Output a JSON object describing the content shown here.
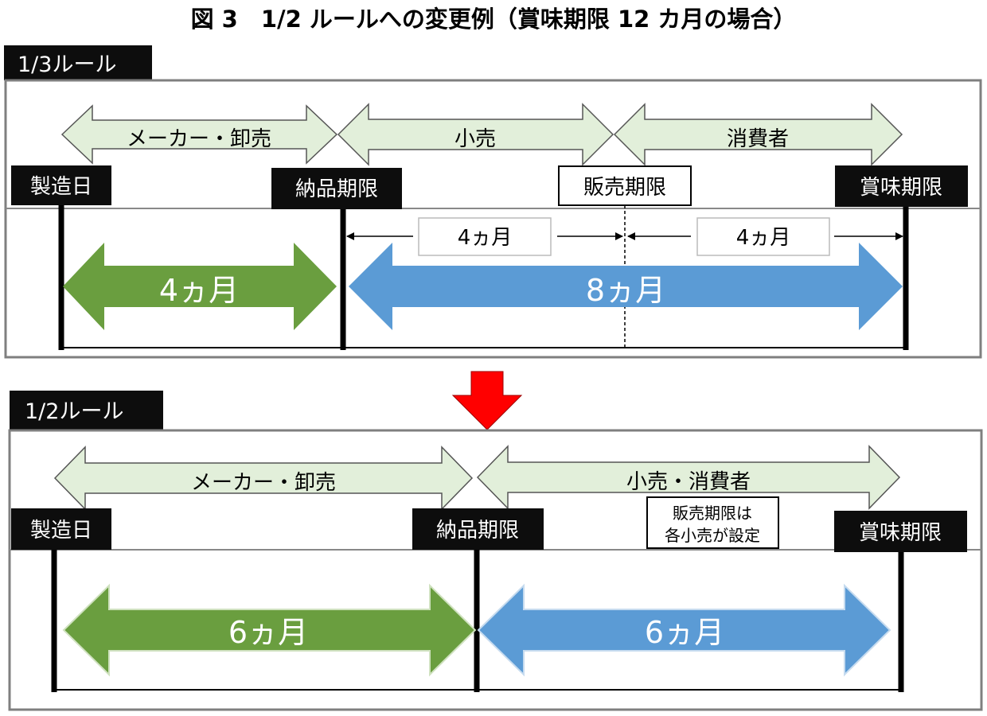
{
  "title": "図 3　1/2 ルールへの変更例（賞味期限 12 カ月の場合）",
  "colors": {
    "green_arrow": "#6A9E3F",
    "blue_arrow": "#5B9BD5",
    "light_green_arrow": "#E2EFDA",
    "down_arrow": "#FF0000",
    "tag_bg": "#0D0D0D",
    "panel_border": "#7F7F7F"
  },
  "panel1": {
    "tag": "1/3ルール",
    "band_maker": "メーカー・卸売",
    "band_retail": "小売",
    "band_consumer": "消費者",
    "label_manufacture": "製造日",
    "label_delivery": "納品期限",
    "label_sales": "販売期限",
    "label_bestbefore": "賞味期限",
    "measure_left": "4ヵ月",
    "measure_right": "4ヵ月",
    "green_arrow": "4ヵ月",
    "blue_arrow": "8ヵ月"
  },
  "panel2": {
    "tag": "1/2ルール",
    "band_maker": "メーカー・卸売",
    "band_retail_consumer": "小売・消費者",
    "label_manufacture": "製造日",
    "label_delivery": "納品期限",
    "note_line1": "販売期限は",
    "note_line2": "各小売が設定",
    "label_bestbefore": "賞味期限",
    "green_arrow": "6ヵ月",
    "blue_arrow": "6ヵ月"
  }
}
